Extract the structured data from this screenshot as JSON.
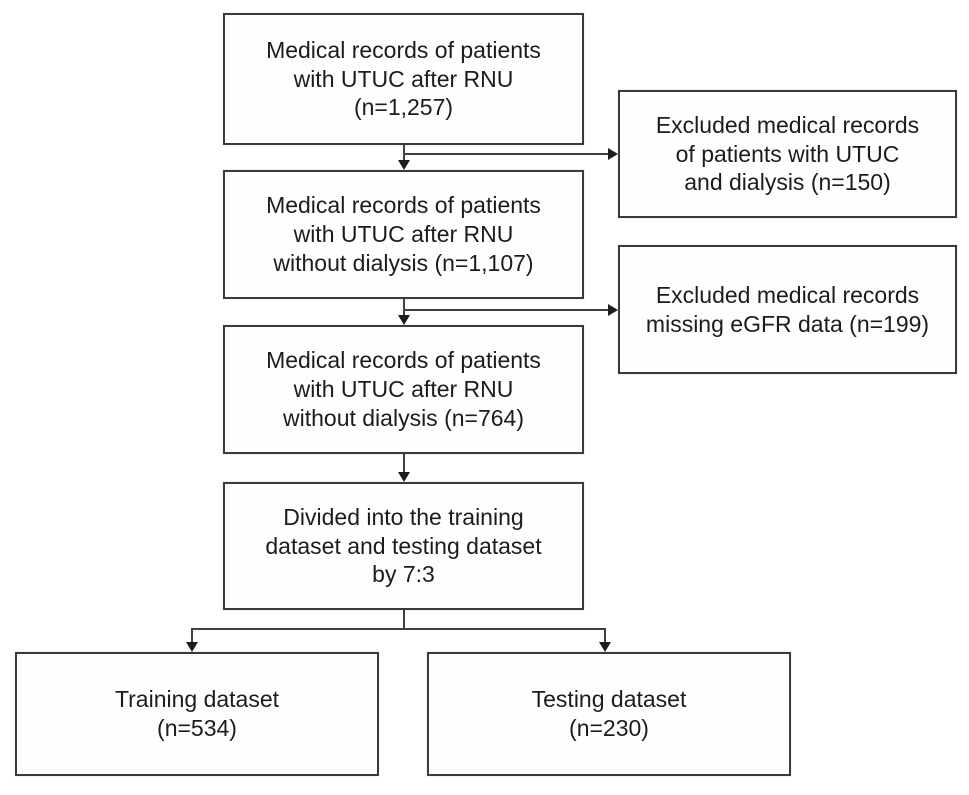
{
  "diagram": {
    "type": "flowchart",
    "colors": {
      "background": "#ffffff",
      "box_border": "#3a3a3a",
      "line": "#414141",
      "text": "#1c1c1c"
    },
    "boxes": {
      "total_records": {
        "text": "Medical records of patients\nwith UTUC after RNU\n(n=1,257)",
        "n": "1,257"
      },
      "excluded_dialysis": {
        "text": "Excluded medical records\nof patients with UTUC\nand dialysis (n=150)",
        "n": "150"
      },
      "without_dialysis_1107": {
        "text": "Medical records of patients\nwith UTUC after RNU\nwithout dialysis (n=1,107)",
        "n": "1,107"
      },
      "excluded_egfr": {
        "text": "Excluded medical records\nmissing eGFR data (n=199)",
        "n": "199"
      },
      "without_dialysis_764": {
        "text": "Medical records of patients\nwith UTUC after RNU\nwithout dialysis (n=764)",
        "n": "764"
      },
      "divided": {
        "text": "Divided into the training\ndataset and testing dataset\nby 7:3",
        "ratio": "7:3"
      },
      "training": {
        "text": "Training dataset\n(n=534)",
        "n": "534"
      },
      "testing": {
        "text": "Testing dataset\n(n=230)",
        "n": "230"
      }
    }
  }
}
